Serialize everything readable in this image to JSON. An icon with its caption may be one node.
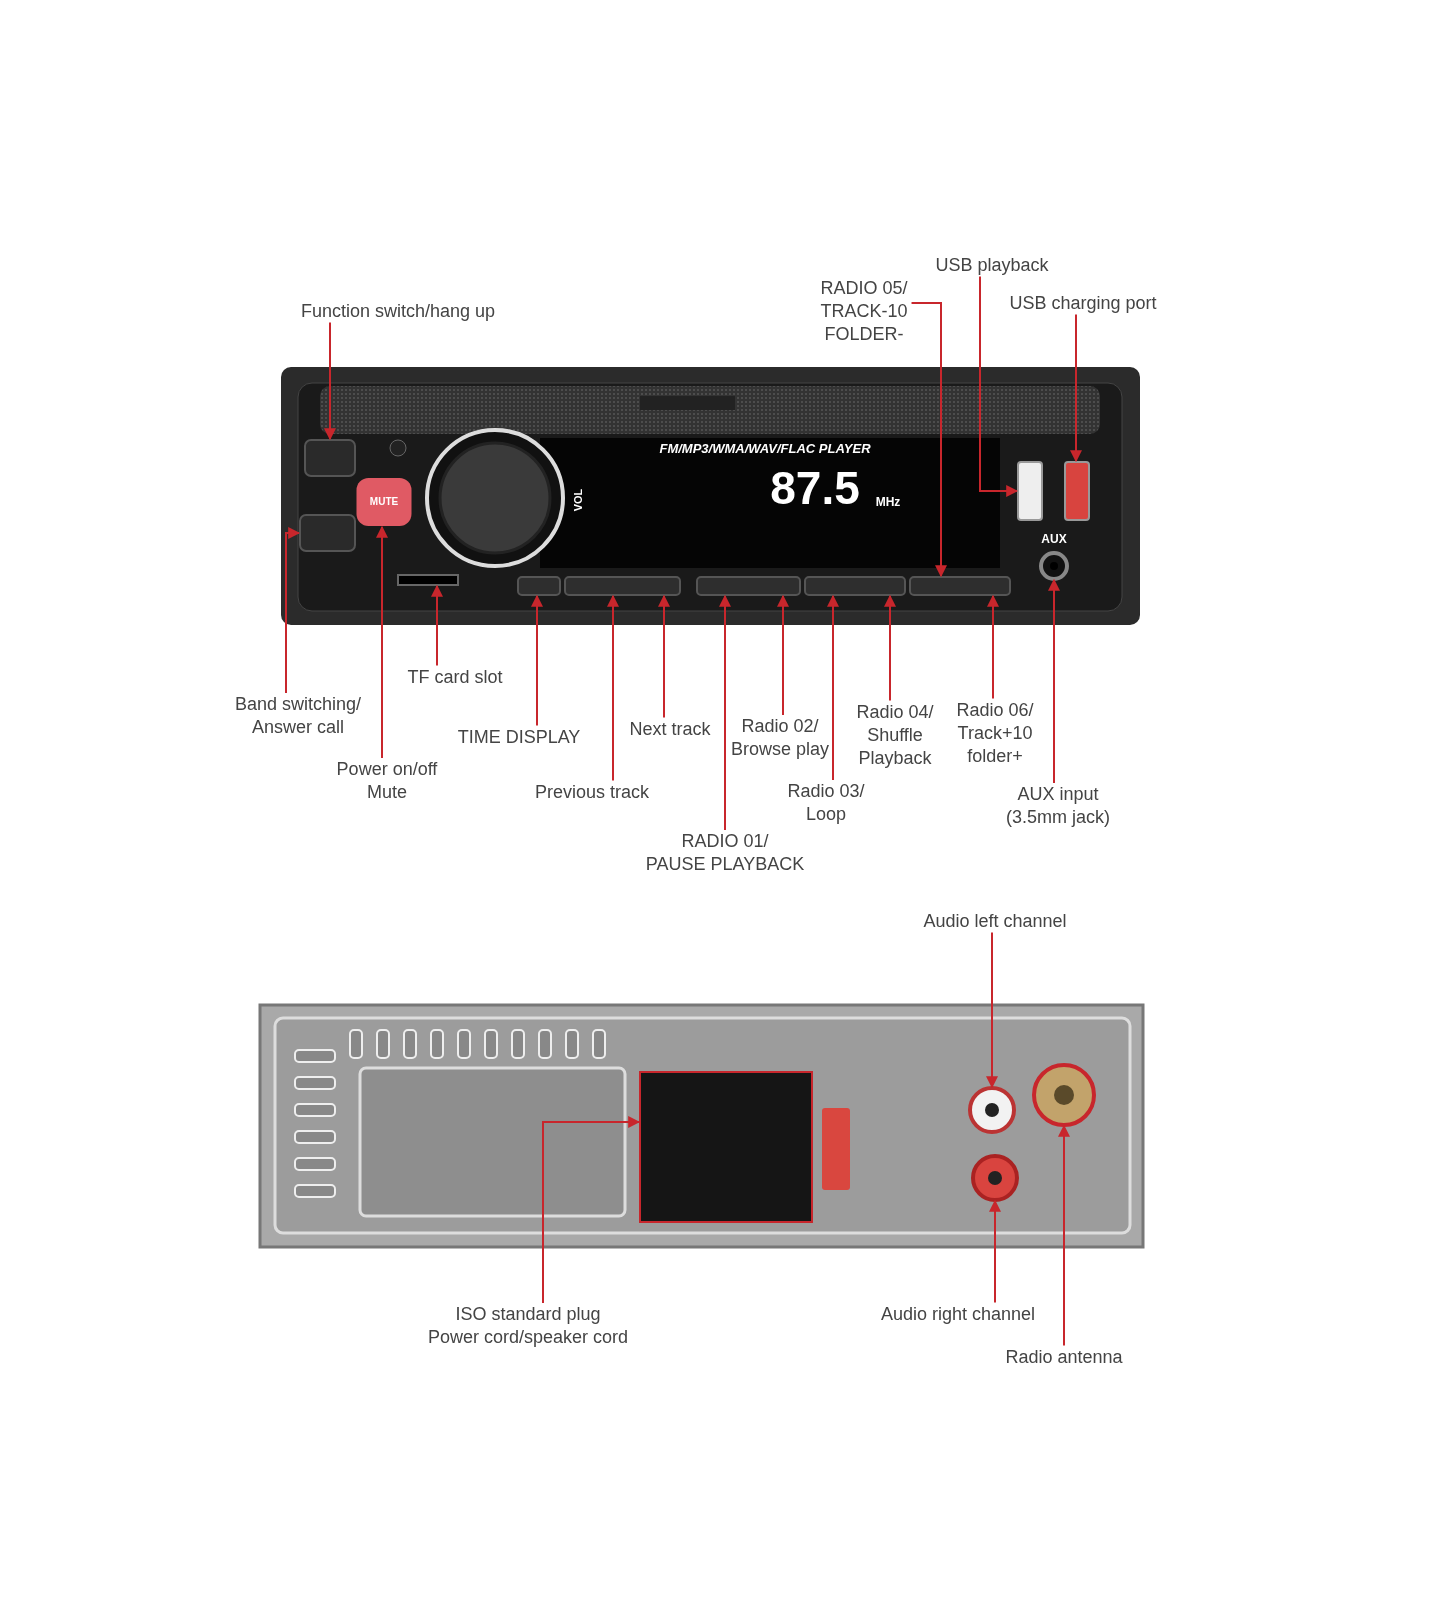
{
  "diagram": {
    "nodes": [
      {
        "text": [
          "Function switch/hang up"
        ]
      },
      {
        "text": [
          "RADIO 05/ TRACK-10 FOLDER-"
        ]
      },
      {
        "text": [
          "USB playback"
        ]
      },
      {
        "text": [
          "USB charging port"
        ]
      },
      {
        "text": [
          "Band switching/ Answer call"
        ]
      },
      {
        "text": [
          "TF card slot"
        ]
      },
      {
        "text": [
          "Power on/off Mute"
        ]
      },
      {
        "text": [
          "TIME DISPLAY"
        ]
      },
      {
        "text": [
          "Previous track"
        ]
      },
      {
        "text": [
          "Next track"
        ]
      },
      {
        "text": [
          "RADIO 01/ PAUSE PLAYBACK"
        ]
      },
      {
        "text": [
          "Radio 02/ Browse play"
        ]
      },
      {
        "text": [
          "Radio 03/ Loop"
        ]
      },
      {
        "text": [
          "Radio 04/ Shuffle Playback"
        ]
      },
      {
        "text": [
          "Radio 06/ Track+10 folder+"
        ]
      },
      {
        "text": [
          "AUX input (3.5mm jack)"
        ]
      },
      {
        "text": [
          "Audio left channel"
        ]
      },
      {
        "text": [
          "ISO standard plug Power cord/speaker cord"
        ]
      },
      {
        "text": [
          "Audio right channel"
        ]
      },
      {
        "text": [
          "Radio antenna"
        ]
      },
      {
        "text": [
          "MUTE"
        ]
      },
      {
        "text": [],
        "shape": "box"
      },
      {
        "text": [],
        "shape": "box"
      },
      {
        "text": [],
        "shape": "bar"
      },
      {
        "text": [],
        "shape": "bar"
      },
      {
        "text": [],
        "shape": "bar"
      },
      {
        "text": [],
        "shape": "bar"
      },
      {
        "text": [],
        "shape": "bar"
      },
      {
        "text": [],
        "shape": "bar"
      },
      {
        "text": [],
        "shape": "box"
      },
      {
        "text": [],
        "shape": "box"
      },
      {
        "text": [],
        "shape": "circle"
      },
      {
        "text": [],
        "shape": "box"
      },
      {
        "text": [],
        "shape": "circle"
      },
      {
        "text": [],
        "shape": "circle"
      },
      {
        "text": [],
        "shape": "circle"
      }
    ],
    "edges": [
      {
        "from": 0,
        "to": 21,
        "arrow": "to"
      },
      {
        "from": 1,
        "to": 28,
        "arrow": "to"
      },
      {
        "from": 2,
        "to": 29,
        "arrow": "to"
      },
      {
        "from": 3,
        "to": 30,
        "arrow": "to"
      },
      {
        "from": 4,
        "to": 22,
        "arrow": "to"
      },
      {
        "from": 5,
        "to": 23,
        "arrow": "to"
      },
      {
        "from": 6,
        "to": 20,
        "arrow": "to"
      },
      {
        "from": 7,
        "to": 24,
        "arrow": "to"
      },
      {
        "from": 8,
        "to": 25,
        "arrow": "to"
      },
      {
        "from": 9,
        "to": 25,
        "arrow": "to"
      },
      {
        "from": 10,
        "to": 26,
        "arrow": "to"
      },
      {
        "from": 11,
        "to": 26,
        "arrow": "to"
      },
      {
        "from": 12,
        "to": 27,
        "arrow": "to"
      },
      {
        "from": 13,
        "to": 27,
        "arrow": "to"
      },
      {
        "from": 14,
        "to": 28,
        "arrow": "to"
      },
      {
        "from": 15,
        "to": 31,
        "arrow": "to"
      },
      {
        "from": 16,
        "to": 33,
        "arrow": "to"
      },
      {
        "from": 17,
        "to": 32,
        "arrow": "to"
      },
      {
        "from": 18,
        "to": 34,
        "arrow": "to"
      },
      {
        "from": 19,
        "to": 35,
        "arrow": "to"
      }
    ],
    "labels": [
      "FM/MP3/WMA/WAV/FLAC PLAYER",
      "87.5",
      "MHz",
      "VOL",
      "AUX"
    ]
  }
}
